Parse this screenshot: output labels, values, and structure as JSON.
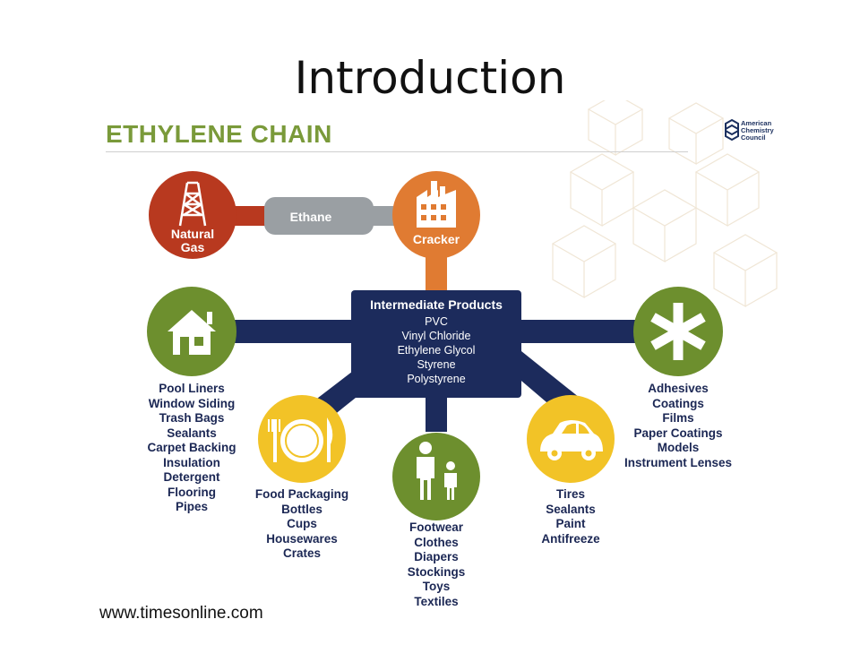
{
  "slide": {
    "title": "Introduction",
    "source": "www.timesonline.com"
  },
  "infographic": {
    "heading": "ETHYLENE CHAIN",
    "logo_text": [
      "American",
      "Chemistry",
      "Council"
    ],
    "colors": {
      "red": "#b8391f",
      "orange": "#e07b32",
      "green": "#6d8f2e",
      "yellow": "#f2c327",
      "navy": "#1c2b5c",
      "grey": "#9a9fa3",
      "heading_green": "#7a9a3a"
    },
    "feedstock": {
      "natural_gas": {
        "label": "Natural\nGas",
        "icon": "oil-derrick-icon"
      },
      "ethane": {
        "label": "Ethane"
      },
      "cracker": {
        "label": "Cracker",
        "icon": "factory-icon"
      }
    },
    "intermediate": {
      "title": "Intermediate Products",
      "items": [
        "PVC",
        "Vinyl Chloride",
        "Ethylene Glycol",
        "Styrene",
        "Polystyrene"
      ]
    },
    "products": {
      "house": {
        "icon": "house-icon",
        "items": [
          "Pool Liners",
          "Window Siding",
          "Trash Bags",
          "Sealants",
          "Carpet Backing",
          "Insulation",
          "Detergent",
          "Flooring",
          "Pipes"
        ]
      },
      "food": {
        "icon": "plate-fork-knife-icon",
        "items": [
          "Food Packaging",
          "Bottles",
          "Cups",
          "Housewares",
          "Crates"
        ]
      },
      "people": {
        "icon": "parent-child-icon",
        "items": [
          "Footwear",
          "Clothes",
          "Diapers",
          "Stockings",
          "Toys",
          "Textiles"
        ]
      },
      "car": {
        "icon": "car-icon",
        "items": [
          "Tires",
          "Sealants",
          "Paint",
          "Antifreeze"
        ]
      },
      "asterisk": {
        "icon": "asterisk-icon",
        "items": [
          "Adhesives",
          "Coatings",
          "Films",
          "Paper Coatings",
          "Models",
          "Instrument Lenses"
        ]
      }
    }
  }
}
